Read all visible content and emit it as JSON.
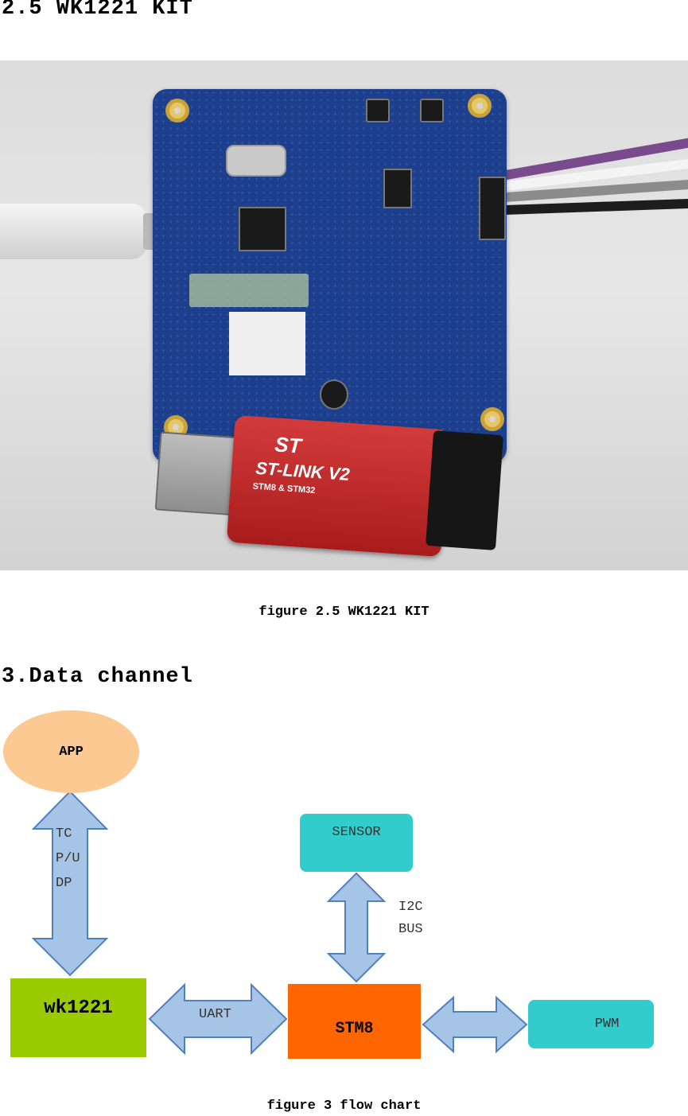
{
  "section1": {
    "heading": "2.5 WK1221 KIT"
  },
  "photo": {
    "stlink_brand": "ST",
    "stlink_label": "ST-LINK V2",
    "stlink_sub": "STM8 & STM32",
    "colors": {
      "pcb": "#1d3f8c",
      "stlink": "#c62828"
    }
  },
  "caption1": "figure 2.5 WK1221 KIT",
  "section2": {
    "heading": "3.Data channel"
  },
  "flowchart": {
    "app": "APP",
    "wk1221": "wk1221",
    "stm8": "STM8",
    "sensor": "SENSOR",
    "pwm": "PWM",
    "tcp_udp": "TCP/UDP",
    "uart": "UART",
    "i2c_bus": "I2C BUS",
    "colors": {
      "app": "#fbc991",
      "wk1221": "#9acb00",
      "stm8": "#ff6600",
      "sensor": "#33cccc",
      "pwm": "#33cccc",
      "arrow_fill": "#a6c5e6",
      "arrow_stroke": "#4f81bd"
    }
  },
  "caption2": "figure 3 flow chart"
}
